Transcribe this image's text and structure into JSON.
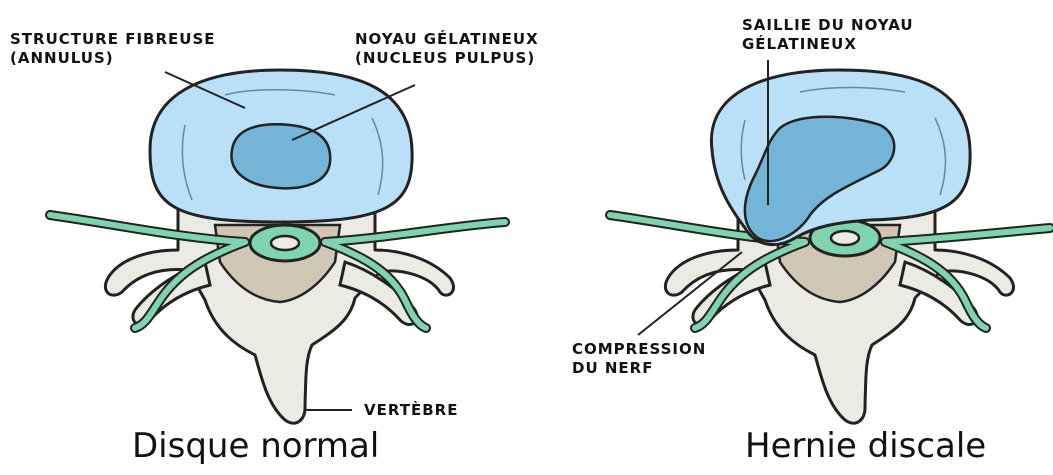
{
  "left": {
    "annulus_label": [
      "STRUCTURE FIBREUSE",
      "(ANNULUS)"
    ],
    "nucleus_label": [
      "NOYAU GÉLATINEUX",
      "(NUCLEUS PULPUS)"
    ],
    "vertebra_label": "VERTÈBRE",
    "caption": "Disque normal"
  },
  "right": {
    "bulge_label": [
      "SAILLIE DU NOYAU",
      "GÉLATINEUX"
    ],
    "compression_label": [
      "COMPRESSION",
      "DU NERF"
    ],
    "caption": "Hernie discale"
  },
  "colors": {
    "disc": "#b9e0f7",
    "nucleus": "#74b4d7",
    "outline": "#222222",
    "bone": "#ecebe3",
    "nerve": "#7ed4ae",
    "cord_area": "#cfc6b4"
  }
}
